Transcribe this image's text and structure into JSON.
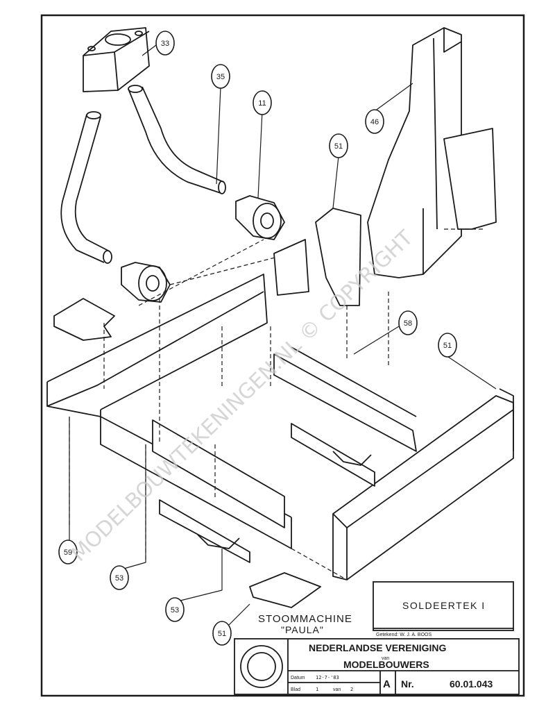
{
  "drawing": {
    "title": "SOLDEERTEK I",
    "drawn_by": "Getekend: W. J. A. BOOS",
    "org_line1": "NEDERLANDSE VERENIGING",
    "org_line2": "van",
    "org_line3": "MODELBOUWERS",
    "sheet_letter": "A",
    "number_prefix": "Nr.",
    "number": "60.01.043",
    "project_line1": "STOOMMACHINE",
    "project_line2": "\"PAULA\"",
    "watermark": "MODELBOUWTEKENINGEN.NL © COPYRIGHT",
    "small_label_1": "Datum",
    "small_label_2": "Blad",
    "small_value_1": "12-7-'83",
    "small_value_2": "1",
    "small_value_3": "2",
    "small_label_3": "van"
  },
  "callouts": [
    "33",
    "35",
    "11",
    "51",
    "46",
    "58",
    "51",
    "59",
    "53",
    "53",
    "51"
  ],
  "colors": {
    "ink": "#1a1a1a",
    "paper": "#ffffff",
    "watermark": "#c8c8c8"
  }
}
